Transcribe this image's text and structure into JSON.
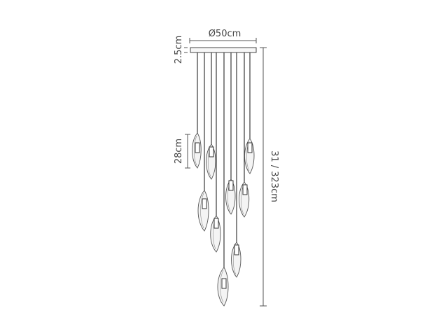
{
  "dimensions": {
    "diameter_label": "Ø50cm",
    "canopy_height_label": "2.5cm",
    "shade_height_label": "28cm",
    "drop_label": "31 / 323cm"
  }
}
